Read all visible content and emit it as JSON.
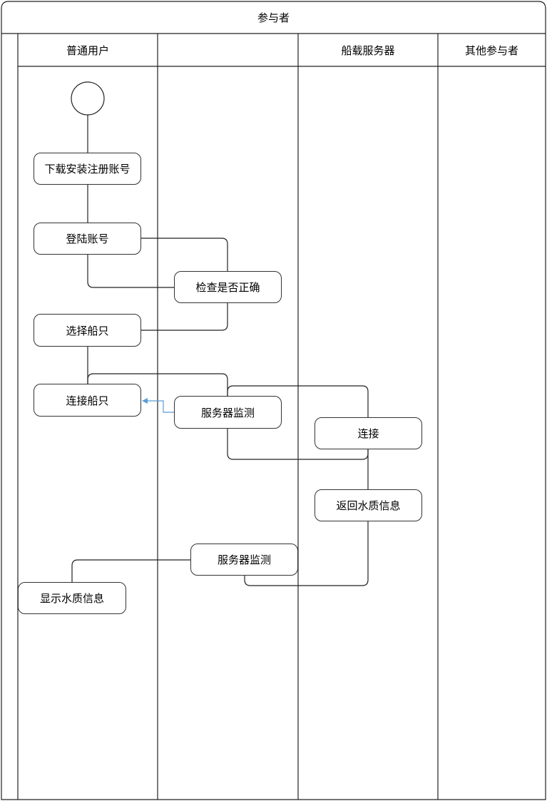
{
  "pool": {
    "title": "参与者"
  },
  "lanes": [
    "普通用户",
    "",
    "船载服务器",
    "其他参与者"
  ],
  "nodes": {
    "download": "下载安装注册账号",
    "login": "登陆账号",
    "check": "检查是否正确",
    "select": "选择船只",
    "connect_ship": "连接船只",
    "monitor1": "服务器监测",
    "connect": "连接",
    "return_info": "返回水质信息",
    "monitor2": "服务器监测",
    "display": "显示水质信息"
  },
  "colors": {
    "line": "#000000",
    "accent_arrow": "#5b9bd5"
  }
}
